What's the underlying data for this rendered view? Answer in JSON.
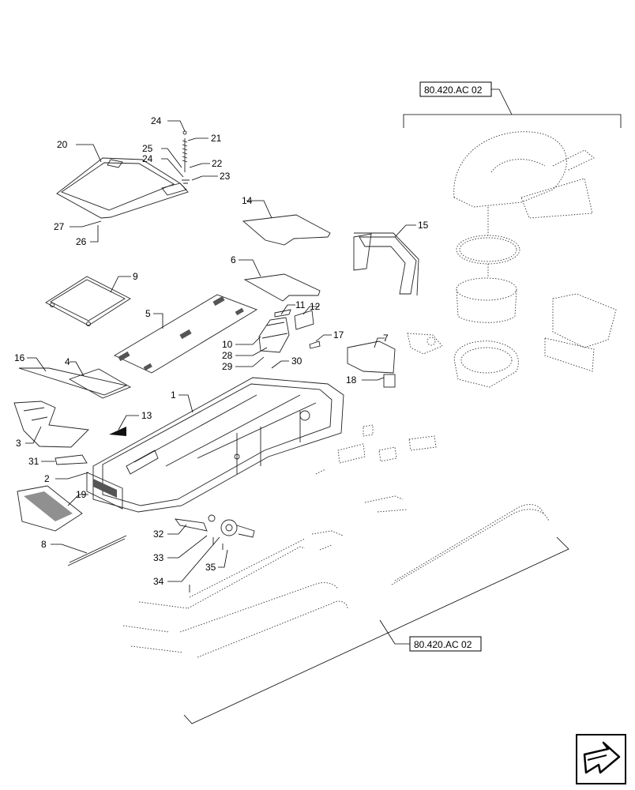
{
  "diagram": {
    "refs": {
      "top": "80.420.AC 02",
      "bottom": "80.420.AC 02"
    },
    "callouts": {
      "c1": "1",
      "c2": "2",
      "c3": "3",
      "c4": "4",
      "c5": "5",
      "c6": "6",
      "c7": "7",
      "c8": "8",
      "c9": "9",
      "c10": "10",
      "c11": "11",
      "c12": "12",
      "c13": "13",
      "c14": "14",
      "c15": "15",
      "c16": "16",
      "c17": "17",
      "c18": "18",
      "c19": "19",
      "c20": "20",
      "c21": "21",
      "c22": "22",
      "c23": "23",
      "c24a": "24",
      "c24b": "24",
      "c25": "25",
      "c26": "26",
      "c27": "27",
      "c28": "28",
      "c29": "29",
      "c30": "30",
      "c31": "31",
      "c32": "32",
      "c33": "33",
      "c34": "34",
      "c35": "35"
    },
    "nav_icon": "next-page-arrow-icon"
  }
}
